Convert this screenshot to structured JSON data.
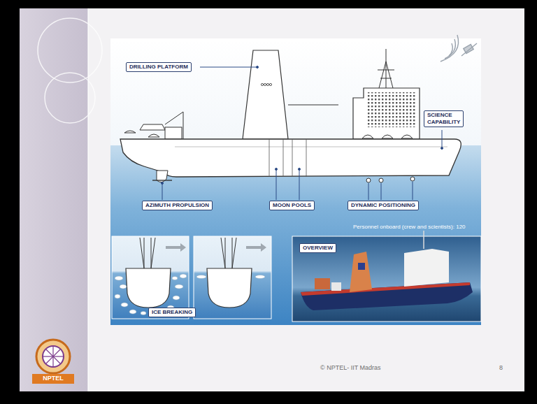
{
  "diagram": {
    "nodes": [
      {
        "text": [
          "DRILLING PLATFORM"
        ]
      },
      {
        "text": [
          "SCIENCE CAPABILITY"
        ]
      },
      {
        "text": [
          "AZIMUTH PROPULSION"
        ]
      },
      {
        "text": [
          "MOON POOLS"
        ]
      },
      {
        "text": [
          "DYNAMIC POSITIONING"
        ]
      },
      {
        "text": [
          "OVERVIEW"
        ]
      },
      {
        "text": [
          "ICE BREAKING"
        ]
      }
    ],
    "labels": [
      "Personnel onboard (crew and scientists): 120",
      "NPTEL",
      "© NPTEL- IIT Madras",
      "8"
    ]
  }
}
